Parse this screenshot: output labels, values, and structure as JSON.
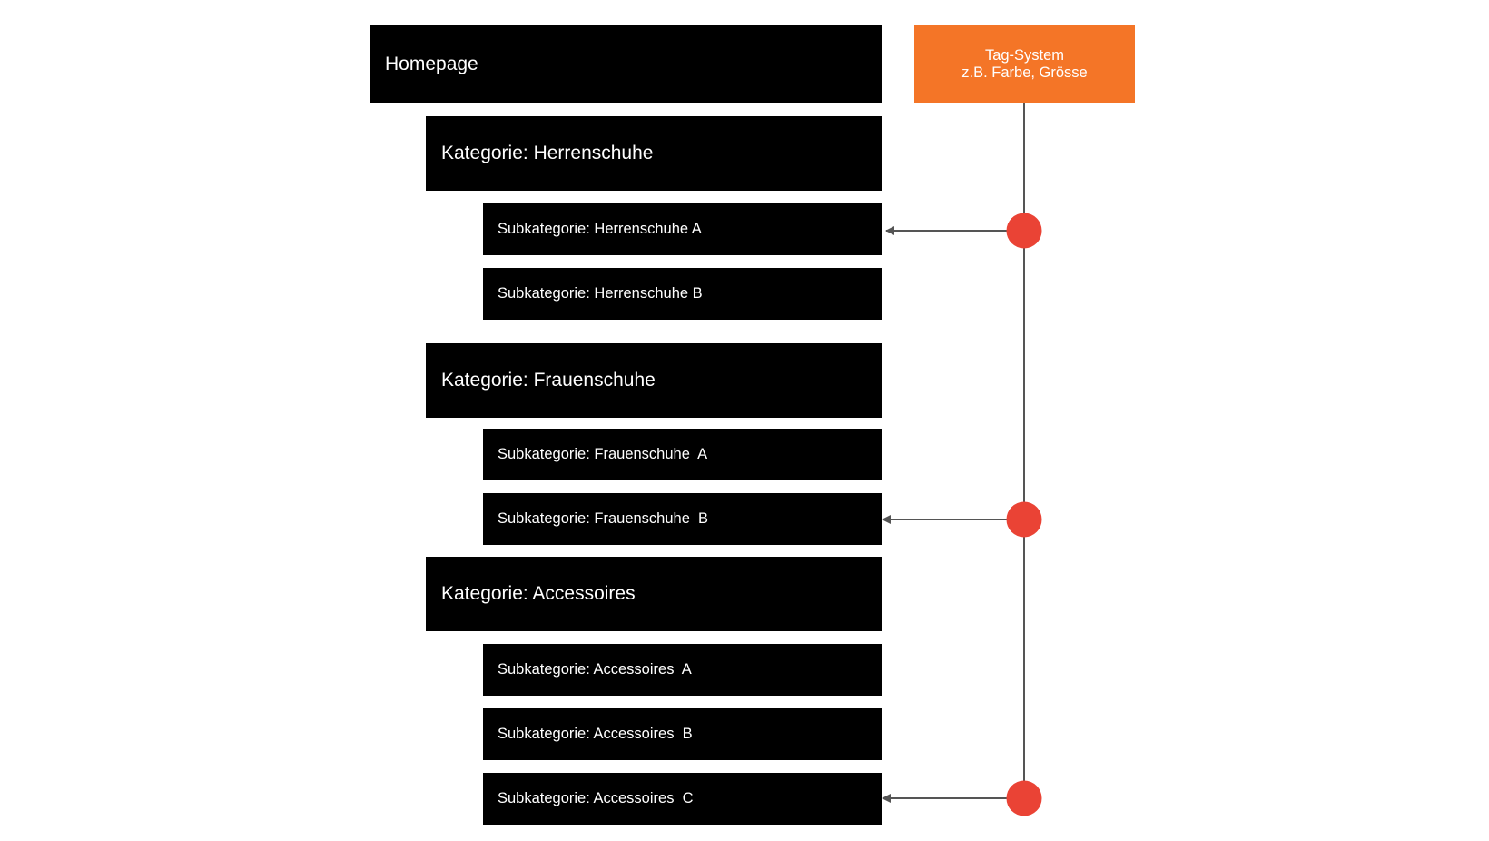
{
  "homepage": {
    "label": "Homepage"
  },
  "categories": [
    {
      "label": "Kategorie: Herrenschuhe",
      "subcategories": [
        {
          "label": "Subkategorie: Herrenschuhe A",
          "tagged": true
        },
        {
          "label": "Subkategorie: Herrenschuhe B",
          "tagged": false
        }
      ]
    },
    {
      "label": "Kategorie: Frauenschuhe",
      "subcategories": [
        {
          "label": "Subkategorie: Frauenschuhe  A",
          "tagged": false
        },
        {
          "label": "Subkategorie: Frauenschuhe  B",
          "tagged": true
        }
      ]
    },
    {
      "label": "Kategorie: Accessoires",
      "subcategories": [
        {
          "label": "Subkategorie: Accessoires  A",
          "tagged": false
        },
        {
          "label": "Subkategorie: Accessoires  B",
          "tagged": false
        },
        {
          "label": "Subkategorie: Accessoires  C",
          "tagged": true
        }
      ]
    }
  ],
  "tag_system": {
    "line1": "Tag-System",
    "line2": "z.B. Farbe, Grösse"
  },
  "colors": {
    "box": "#000000",
    "box_text": "#ffffff",
    "tag_box": "#f47527",
    "tag_dot": "#ea4335",
    "connector": "#555555"
  }
}
